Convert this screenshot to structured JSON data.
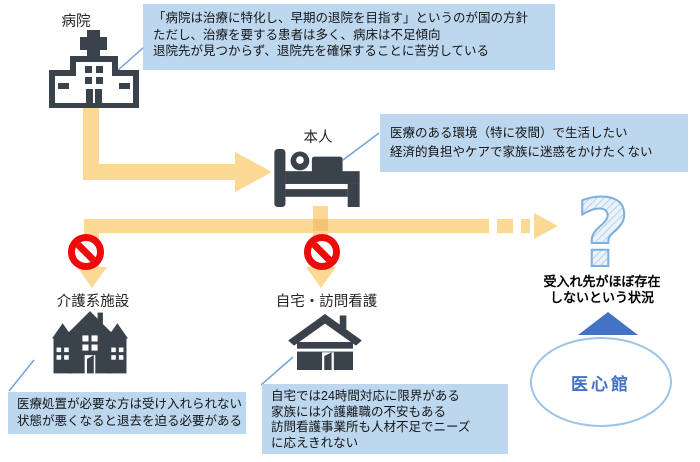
{
  "colors": {
    "arrow_yellow": "#FBD893",
    "note_background": "#BDD7EE",
    "prohibit_red": "#EE0A0A",
    "brand_blue": "#4472C4",
    "ellipse_border": "#9DC3E6",
    "icon_dark": "#3A424C",
    "callout_line": "#6FA3DC"
  },
  "nodes": {
    "hospital": {
      "label": "病院"
    },
    "patient": {
      "label": "本人"
    },
    "care_facility": {
      "label": "介護系施設"
    },
    "home_nursing": {
      "label": "自宅・訪問看護"
    },
    "question": {
      "mark": "?",
      "caption_line1": "受入れ先がほぼ存在",
      "caption_line2": "しないという状況"
    },
    "ishinkan": {
      "label": "医心館"
    }
  },
  "notes": {
    "hospital": {
      "lines": [
        "「病院は治療に特化し、早期の退院を目指す」というのが国の方針",
        "ただし、治療を要する患者は多く、病床は不足傾向",
        "退院先が見つからず、退院先を確保することに苦労している"
      ]
    },
    "patient": {
      "lines": [
        "医療のある環境（特に夜間）で生活したい",
        "経済的負担やケアで家族に迷惑をかけたくない"
      ]
    },
    "care_facility": {
      "lines": [
        "医療処置が必要な方は受け入れられない",
        "状態が悪くなると退去を迫る必要がある"
      ]
    },
    "home_nursing": {
      "lines": [
        "自宅では24時間対応に限界がある",
        "家族には介護離職の不安もある",
        "訪問看護事業所も人材不足でニーズ",
        "に応えきれない"
      ]
    }
  }
}
